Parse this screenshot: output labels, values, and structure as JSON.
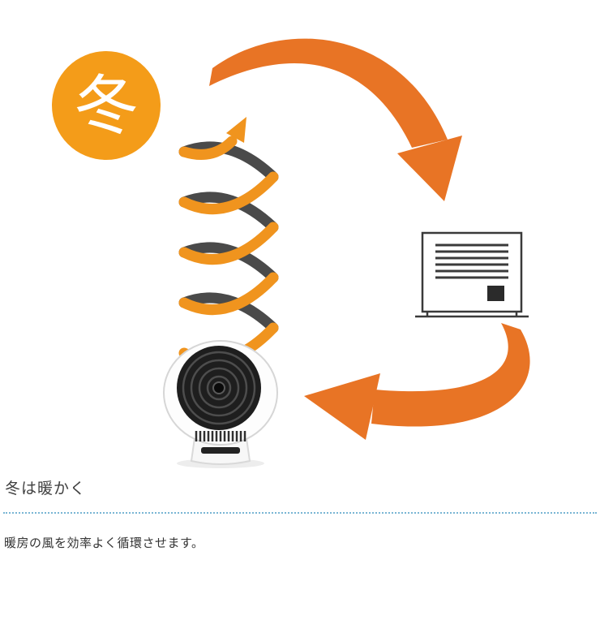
{
  "content": {
    "heading": "冬は暖かく",
    "description": "暖房の風を効率よく循環させます。"
  },
  "illustration": {
    "badge_label": "冬",
    "elements": {
      "badge": "winter-badge",
      "spiral": "spiral-airflow-icon",
      "arrow_top": "curved-arrow-top-icon",
      "arrow_bottom": "curved-arrow-bottom-icon",
      "heater": "heater-icon",
      "fan": "circulator-fan-image"
    }
  },
  "colors": {
    "badge_bg": "#f49c19",
    "badge_text": "#ffffff",
    "arrow_orange": "#e87425",
    "spiral_orange": "#f0941e",
    "spiral_dark": "#4a4a4a",
    "heater_line": "#3a3a3a",
    "divider": "#79b6d4",
    "heading_text": "#404040",
    "body_text": "#333333",
    "background": "#ffffff"
  }
}
